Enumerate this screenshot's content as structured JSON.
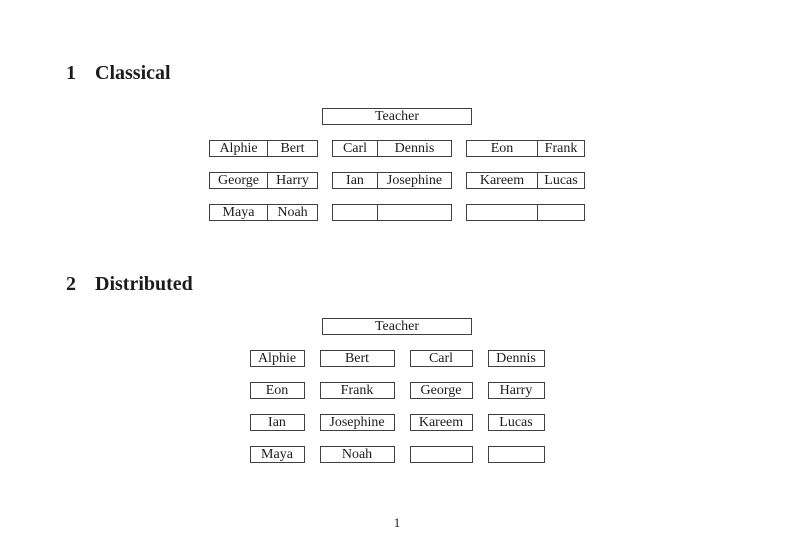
{
  "page": {
    "number": "1"
  },
  "colors": {
    "ink": "#1c1c1c",
    "border": "#404040",
    "background": "#ffffff"
  },
  "sections": [
    {
      "heading_number": "1",
      "heading_title": "Classical",
      "teacher_label": "Teacher",
      "rows": [
        [
          [
            "Alphie",
            "Bert"
          ],
          [
            "Carl",
            "Dennis"
          ],
          [
            "Eon",
            "Frank"
          ]
        ],
        [
          [
            "George",
            "Harry"
          ],
          [
            "Ian",
            "Josephine"
          ],
          [
            "Kareem",
            "Lucas"
          ]
        ],
        [
          [
            "Maya",
            "Noah"
          ],
          [
            "",
            ""
          ],
          [
            "",
            ""
          ]
        ]
      ]
    },
    {
      "heading_number": "2",
      "heading_title": "Distributed",
      "teacher_label": "Teacher",
      "rows": [
        [
          "Alphie",
          "Bert",
          "Carl",
          "Dennis"
        ],
        [
          "Eon",
          "Frank",
          "George",
          "Harry"
        ],
        [
          "Ian",
          "Josephine",
          "Kareem",
          "Lucas"
        ],
        [
          "Maya",
          "Noah",
          "",
          ""
        ]
      ]
    }
  ]
}
